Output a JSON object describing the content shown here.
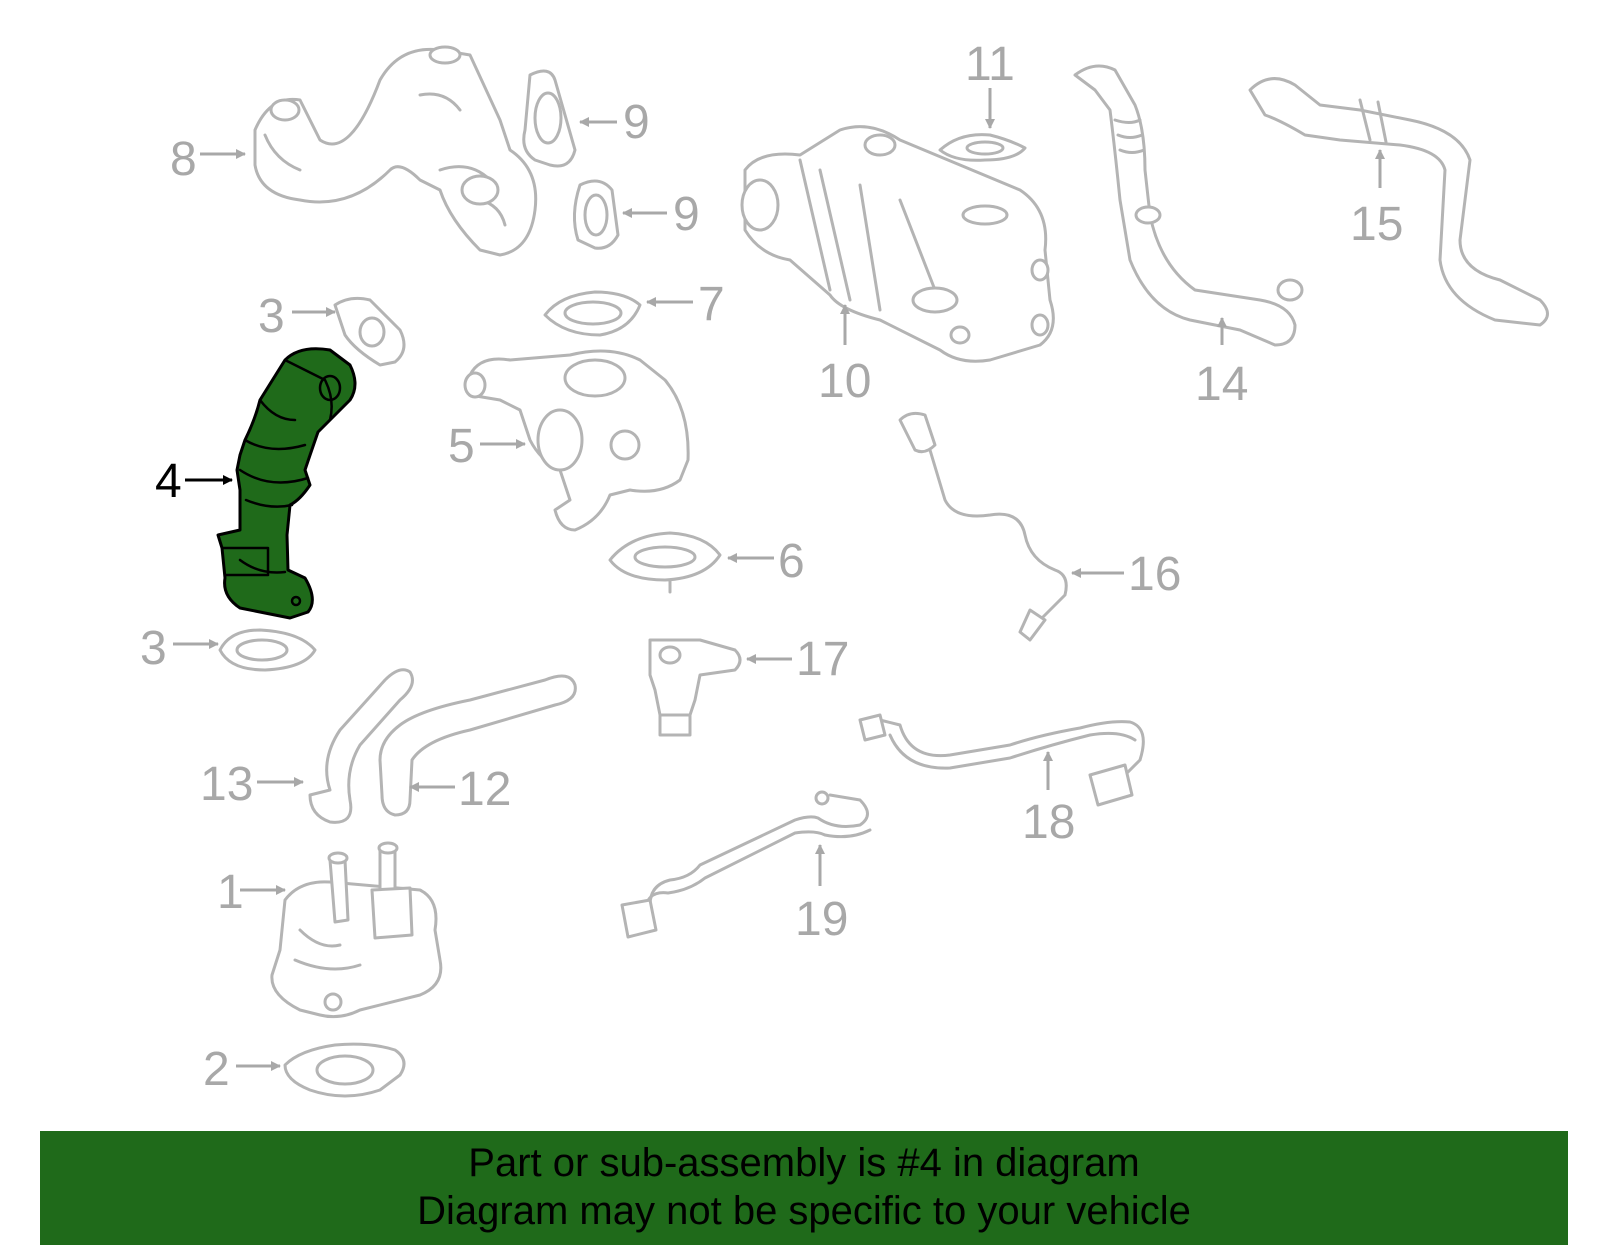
{
  "callouts": [
    "1",
    "2",
    "3",
    "3",
    "4",
    "5",
    "6",
    "7",
    "8",
    "9",
    "9",
    "10",
    "11",
    "12",
    "13",
    "14",
    "15",
    "16",
    "17",
    "18",
    "19"
  ],
  "highlighted_callout": "4",
  "banner": {
    "line1": "Part or sub-assembly is #4 in diagram",
    "line2": "Diagram may not be specific to your vehicle"
  },
  "colors": {
    "highlight": "#1f6a1a",
    "parts_outline": "#b4b4b4",
    "labels": "#a8a8a8"
  }
}
